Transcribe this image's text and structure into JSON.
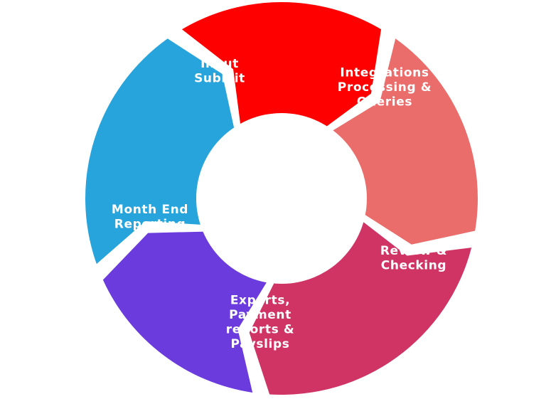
{
  "diagram": {
    "type": "cycle",
    "direction": "clockwise",
    "center_fill": "#ffffff",
    "steps": [
      {
        "id": "input-submit",
        "lines": [
          "Input",
          "Submit"
        ],
        "color": "#fe0000"
      },
      {
        "id": "integrations-processing-queries",
        "lines": [
          "Integrations",
          "Processing &",
          "Queries"
        ],
        "color": "#ea6c6b"
      },
      {
        "id": "review-checking",
        "lines": [
          "Review &",
          "Checking"
        ],
        "color": "#d03465"
      },
      {
        "id": "exports-payment-reports-payslips",
        "lines": [
          "Exports,",
          "Payment",
          "reports &",
          "Payslips"
        ],
        "color": "#6b3bde"
      },
      {
        "id": "month-end-reporting",
        "lines": [
          "Month End",
          "Reporting"
        ],
        "color": "#27a4dc"
      }
    ]
  }
}
